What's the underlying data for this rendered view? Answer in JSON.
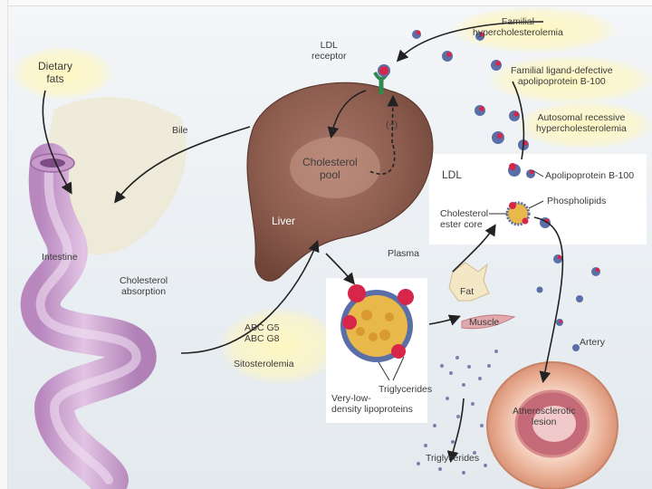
{
  "labels": {
    "dietary_fats": "Dietary\nfats",
    "ldl_receptor": "LDL\nreceptor",
    "familial_hyper": "Familial\nhypercholesterolemia",
    "familial_ligand": "Familial ligand-defective\napolipoprotein B-100",
    "autosomal": "Autosomal recessive\nhypercholesterolemia",
    "bile": "Bile",
    "minus": "(−)",
    "cholesterol_pool": "Cholesterol\npool",
    "liver": "Liver",
    "ldl": "LDL",
    "apob": "Apolipoprotein B-100",
    "phospholipids": "Phospholipids",
    "ester_core": "Cholesterol\nester core",
    "intestine": "Intestine",
    "plasma": "Plasma",
    "chol_absorption": "Cholesterol\nabsorption",
    "fat": "Fat",
    "muscle": "Muscle",
    "abc": "ABC G5\nABC G8",
    "sitosterolemia": "Sitosterolemia",
    "artery": "Artery",
    "triglycerides_vldl": "Triglycerides",
    "vldl": "Very-low-\ndensity lipoproteins",
    "atherosclerotic": "Atherosclerotic\nlesion",
    "triglycerides_bottom": "Triglycerides"
  },
  "colors": {
    "liver": "#8a5a4a",
    "intestine": "#c59bc9",
    "particle_red": "#d8264a",
    "particle_blue": "#5a6fa8",
    "core_gold": "#e8b84a",
    "glow": "#fff5b8"
  }
}
